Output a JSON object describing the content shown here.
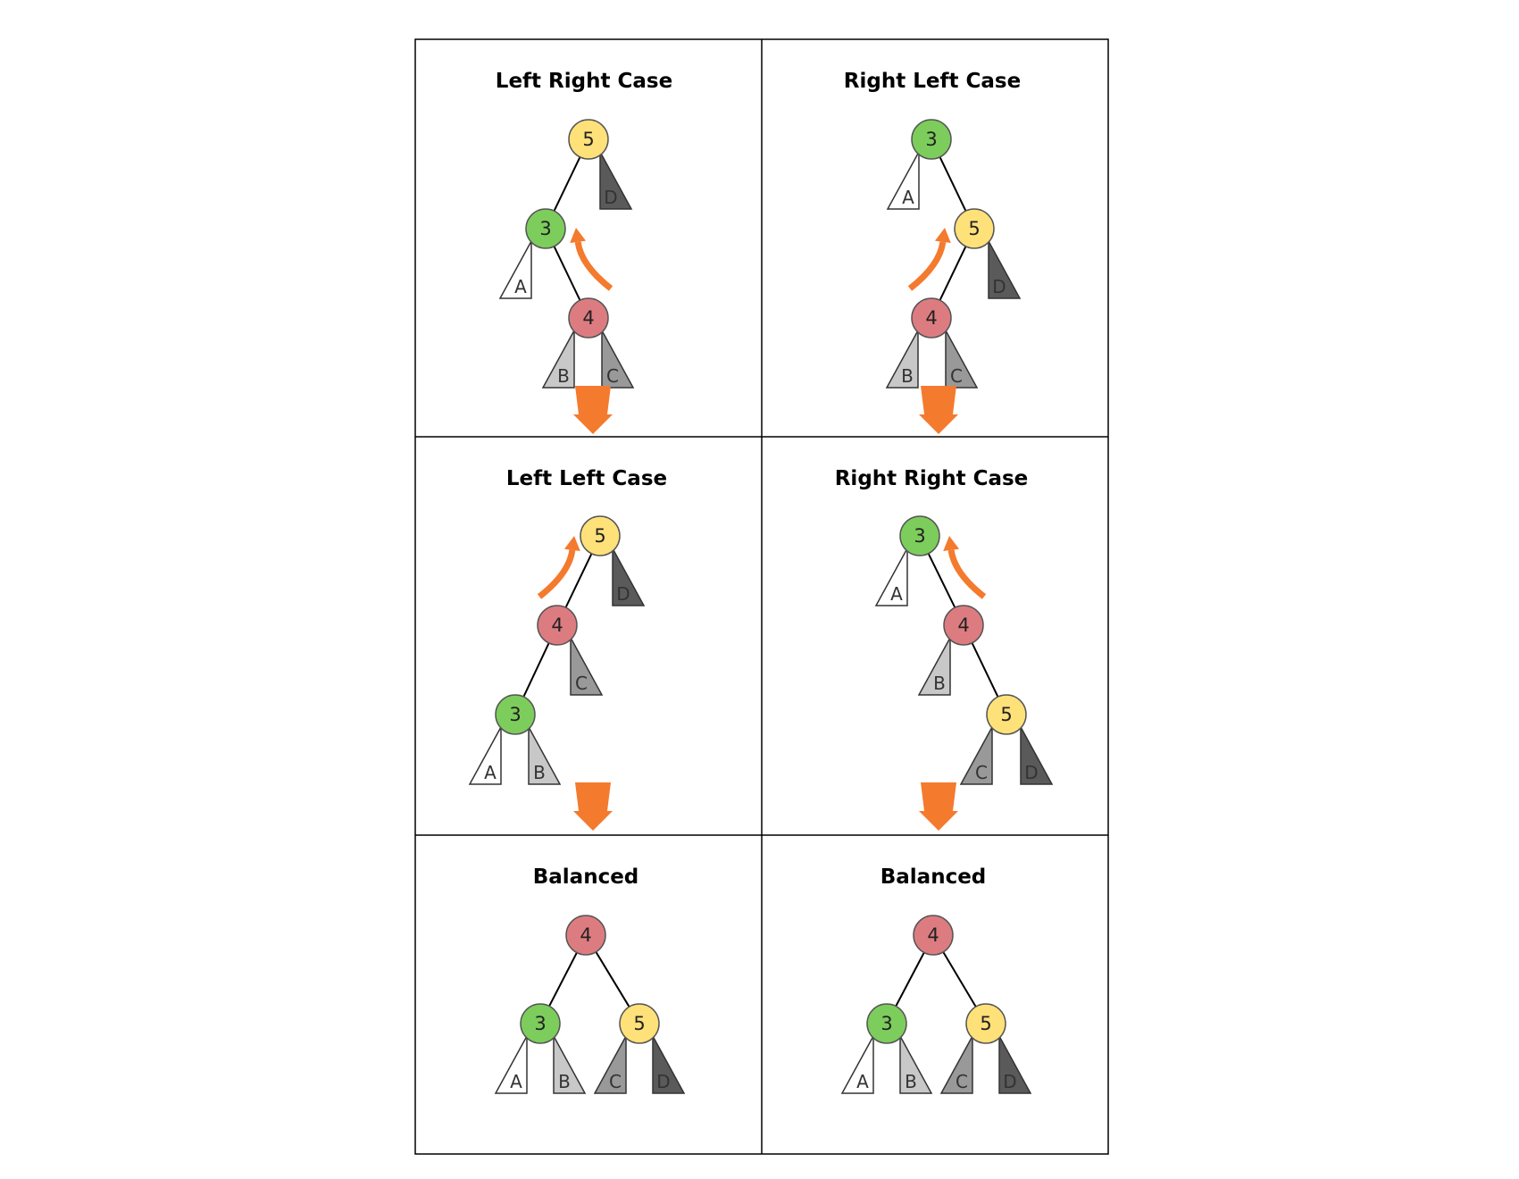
{
  "colors": {
    "node_3": "#7dcd5c",
    "node_4": "#dd7c80",
    "node_5": "#ffe17a",
    "sub_A": "#ffffff",
    "sub_B": "#c8c8c8",
    "sub_C": "#999999",
    "sub_D": "#5a5a5a",
    "arrow": "#f47a2e"
  },
  "panels": [
    {
      "id": "left-right-case",
      "title": "Left Right Case",
      "nodes": [
        {
          "key": "n5",
          "label": "5",
          "color": "node_5"
        },
        {
          "key": "n3",
          "label": "3",
          "color": "node_3"
        },
        {
          "key": "n4",
          "label": "4",
          "color": "node_4"
        }
      ],
      "subtrees": [
        {
          "label": "D"
        },
        {
          "label": "A"
        },
        {
          "label": "B"
        },
        {
          "label": "C"
        }
      ],
      "rotation_arrow": "counter-clockwise"
    },
    {
      "id": "right-left-case",
      "title": "Right Left Case",
      "nodes": [
        {
          "key": "n3",
          "label": "3",
          "color": "node_3"
        },
        {
          "key": "n5",
          "label": "5",
          "color": "node_5"
        },
        {
          "key": "n4",
          "label": "4",
          "color": "node_4"
        }
      ],
      "subtrees": [
        {
          "label": "A"
        },
        {
          "label": "D"
        },
        {
          "label": "B"
        },
        {
          "label": "C"
        }
      ],
      "rotation_arrow": "clockwise"
    },
    {
      "id": "left-left-case",
      "title": "Left Left Case",
      "nodes": [
        {
          "key": "n5",
          "label": "5",
          "color": "node_5"
        },
        {
          "key": "n4",
          "label": "4",
          "color": "node_4"
        },
        {
          "key": "n3",
          "label": "3",
          "color": "node_3"
        }
      ],
      "subtrees": [
        {
          "label": "D"
        },
        {
          "label": "C"
        },
        {
          "label": "A"
        },
        {
          "label": "B"
        }
      ],
      "rotation_arrow": "clockwise"
    },
    {
      "id": "right-right-case",
      "title": "Right Right Case",
      "nodes": [
        {
          "key": "n3",
          "label": "3",
          "color": "node_3"
        },
        {
          "key": "n4",
          "label": "4",
          "color": "node_4"
        },
        {
          "key": "n5",
          "label": "5",
          "color": "node_5"
        }
      ],
      "subtrees": [
        {
          "label": "A"
        },
        {
          "label": "B"
        },
        {
          "label": "C"
        },
        {
          "label": "D"
        }
      ],
      "rotation_arrow": "counter-clockwise"
    },
    {
      "id": "balanced-left",
      "title": "Balanced",
      "nodes": [
        {
          "key": "n4",
          "label": "4",
          "color": "node_4"
        },
        {
          "key": "n3",
          "label": "3",
          "color": "node_3"
        },
        {
          "key": "n5",
          "label": "5",
          "color": "node_5"
        }
      ],
      "subtrees": [
        {
          "label": "A"
        },
        {
          "label": "B"
        },
        {
          "label": "C"
        },
        {
          "label": "D"
        }
      ]
    },
    {
      "id": "balanced-right",
      "title": "Balanced",
      "nodes": [
        {
          "key": "n4",
          "label": "4",
          "color": "node_4"
        },
        {
          "key": "n3",
          "label": "3",
          "color": "node_3"
        },
        {
          "key": "n5",
          "label": "5",
          "color": "node_5"
        }
      ],
      "subtrees": [
        {
          "label": "A"
        },
        {
          "label": "B"
        },
        {
          "label": "C"
        },
        {
          "label": "D"
        }
      ]
    }
  ]
}
